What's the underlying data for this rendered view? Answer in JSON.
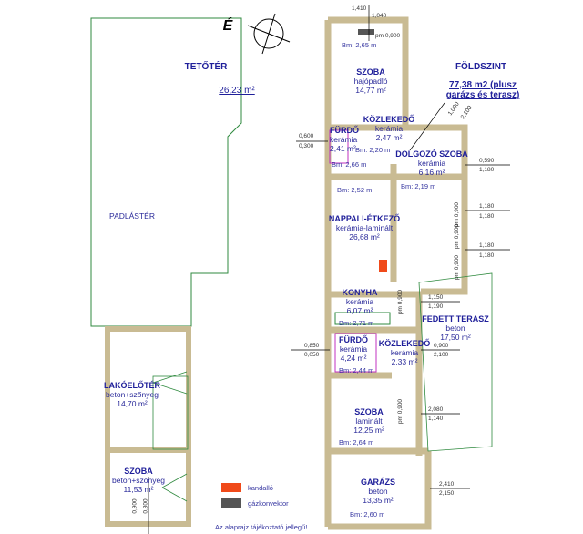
{
  "compass": {
    "north_label": "É"
  },
  "attic": {
    "title": "TETŐTÉR",
    "area": "26,23 m²",
    "loft": "PADLÁSTÉR"
  },
  "ground": {
    "title": "FÖLDSZINT",
    "area_line1": "77,38 m2 (plusz",
    "area_line2": "garázs és terasz)"
  },
  "rooms": [
    {
      "name": "SZOBA",
      "floor": "hajópadló",
      "area": "14,77 m²",
      "bm": "Bm: 2,65 m"
    },
    {
      "name": "KÖZLEKEDŐ",
      "floor": "kerámia",
      "area": "2,47 m²",
      "bm": "Bm: 2,20 m"
    },
    {
      "name": "FÜRDŐ",
      "floor": "kerámia",
      "area": "2,41 m²",
      "bm": "Bm: 2,66 m"
    },
    {
      "name": "DOLGOZÓ SZOBA",
      "floor": "kerámia",
      "area": "6,16 m²",
      "bm": "Bm: 2,19 m"
    },
    {
      "name": "NAPPALI-ÉTKEZŐ",
      "floor": "kerámia-laminált",
      "area": "26,68 m²",
      "bm": "Bm: 2,52 m"
    },
    {
      "name": "KONYHA",
      "floor": "kerámia",
      "area": "6,07 m²",
      "bm": "Bm: 2,71 m"
    },
    {
      "name": "FÜRDŐ",
      "floor": "kerámia",
      "area": "4,24 m²",
      "bm": "Bm: 2,44 m"
    },
    {
      "name": "KÖZLEKEDŐ",
      "floor": "kerámia",
      "area": "2,33 m²"
    },
    {
      "name": "FEDETT TERASZ",
      "floor": "beton",
      "area": "17,50 m²"
    },
    {
      "name": "SZOBA",
      "floor": "laminált",
      "area": "12,25 m²",
      "bm": "Bm: 2,64 m"
    },
    {
      "name": "GARÁZS",
      "floor": "beton",
      "area": "13,35 m²",
      "bm": "Bm: 2,60 m"
    },
    {
      "name": "LAKÓELŐTÉR",
      "floor": "beton+szőnyeg",
      "area": "14,70 m²"
    },
    {
      "name": "SZOBA",
      "floor": "beton+szőnyeg",
      "area": "11,53 m²"
    }
  ],
  "dimensions": {
    "top_a": "1,410",
    "top_b": "1,040",
    "top_pm": "pm 0,900",
    "fur_a": "0,600",
    "fur_b": "0,300",
    "door_a": "1,000",
    "door_b": "2,100",
    "w1_a": "0,590",
    "w1_b": "1,180",
    "w1_pm": "pm 0,900",
    "w2_a": "1,180",
    "w2_b": "1,180",
    "w2_pm": "pm 0,900",
    "w3_a": "1,180",
    "w3_b": "1,180",
    "w3_pm": "pm 0,900",
    "k_a": "1,150",
    "k_b": "1,190",
    "k_pm": "pm 0,900",
    "f_a": "0,850",
    "f_b": "0,050",
    "t_a": "0,900",
    "t_b": "2,100",
    "s_a": "2,080",
    "s_b": "1,140",
    "s_pm": "pm 0,900",
    "g_a": "2,410",
    "g_b": "2,150",
    "a_a": "0,900",
    "a_b": "0,800"
  },
  "legend": [
    {
      "label": "kandalló",
      "color": "#f04a1a"
    },
    {
      "label": "gázkonvektor",
      "color": "#555555"
    }
  ],
  "note": "Az alaprajz tájékoztató jellegű!",
  "colors": {
    "wall": "#c9bb93",
    "text": "#1f1f9a",
    "roof": "#2f8a3f",
    "bath": "#c030c0"
  }
}
